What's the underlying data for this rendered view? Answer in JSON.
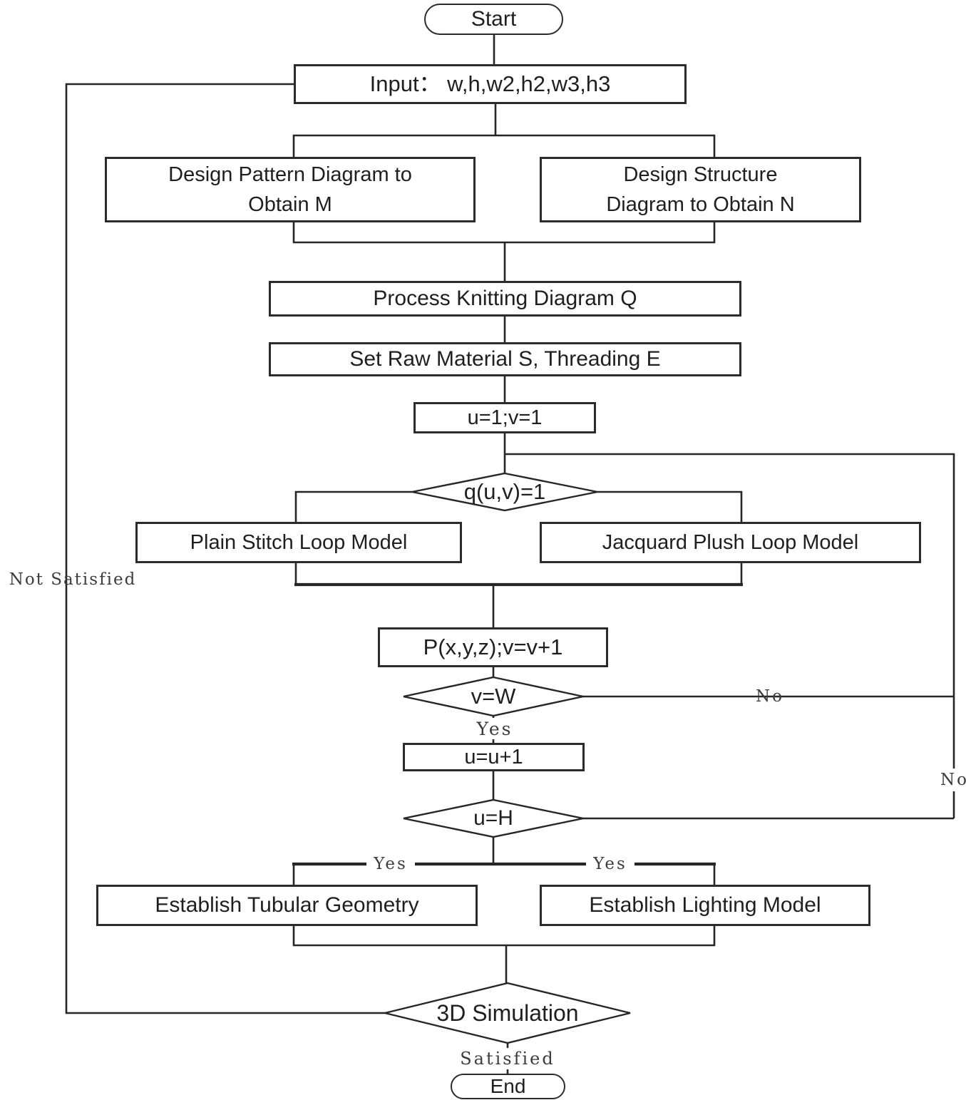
{
  "nodes": {
    "start": "Start",
    "input": "Input： w,h,w2,h2,w3,h3",
    "design_pattern": "Design Pattern Diagram to\nObtain M",
    "design_structure": "Design Structure\nDiagram to Obtain N",
    "process_knitting": "Process Knitting Diagram Q",
    "set_raw_material": "Set Raw Material S, Threading E",
    "init_counters": "u=1;v=1",
    "q_check": "q(u,v)=1",
    "plain_stitch": "Plain Stitch Loop Model",
    "jacquard_plush": "Jacquard Plush Loop Model",
    "compute_point": "P(x,y,z);v=v+1",
    "v_check": "v=W",
    "u_increment": "u=u+1",
    "u_check": "u=H",
    "establish_tubular": "Establish Tubular Geometry",
    "establish_lighting": "Establish Lighting Model",
    "simulation_check": "3D Simulation",
    "end": "End"
  },
  "edge_labels": {
    "not_satisfied": "Not Satisfied",
    "satisfied": "Satisfied",
    "v_yes": "Yes",
    "v_no": "No",
    "u_no": "No",
    "u_yes_left": "Yes",
    "u_yes_right": "Yes"
  },
  "colors": {
    "line": "#262626",
    "node_border": "#2b2b2b",
    "node_text": "#1f1f1f",
    "label_text": "#3c3c3c",
    "background": "#ffffff"
  }
}
